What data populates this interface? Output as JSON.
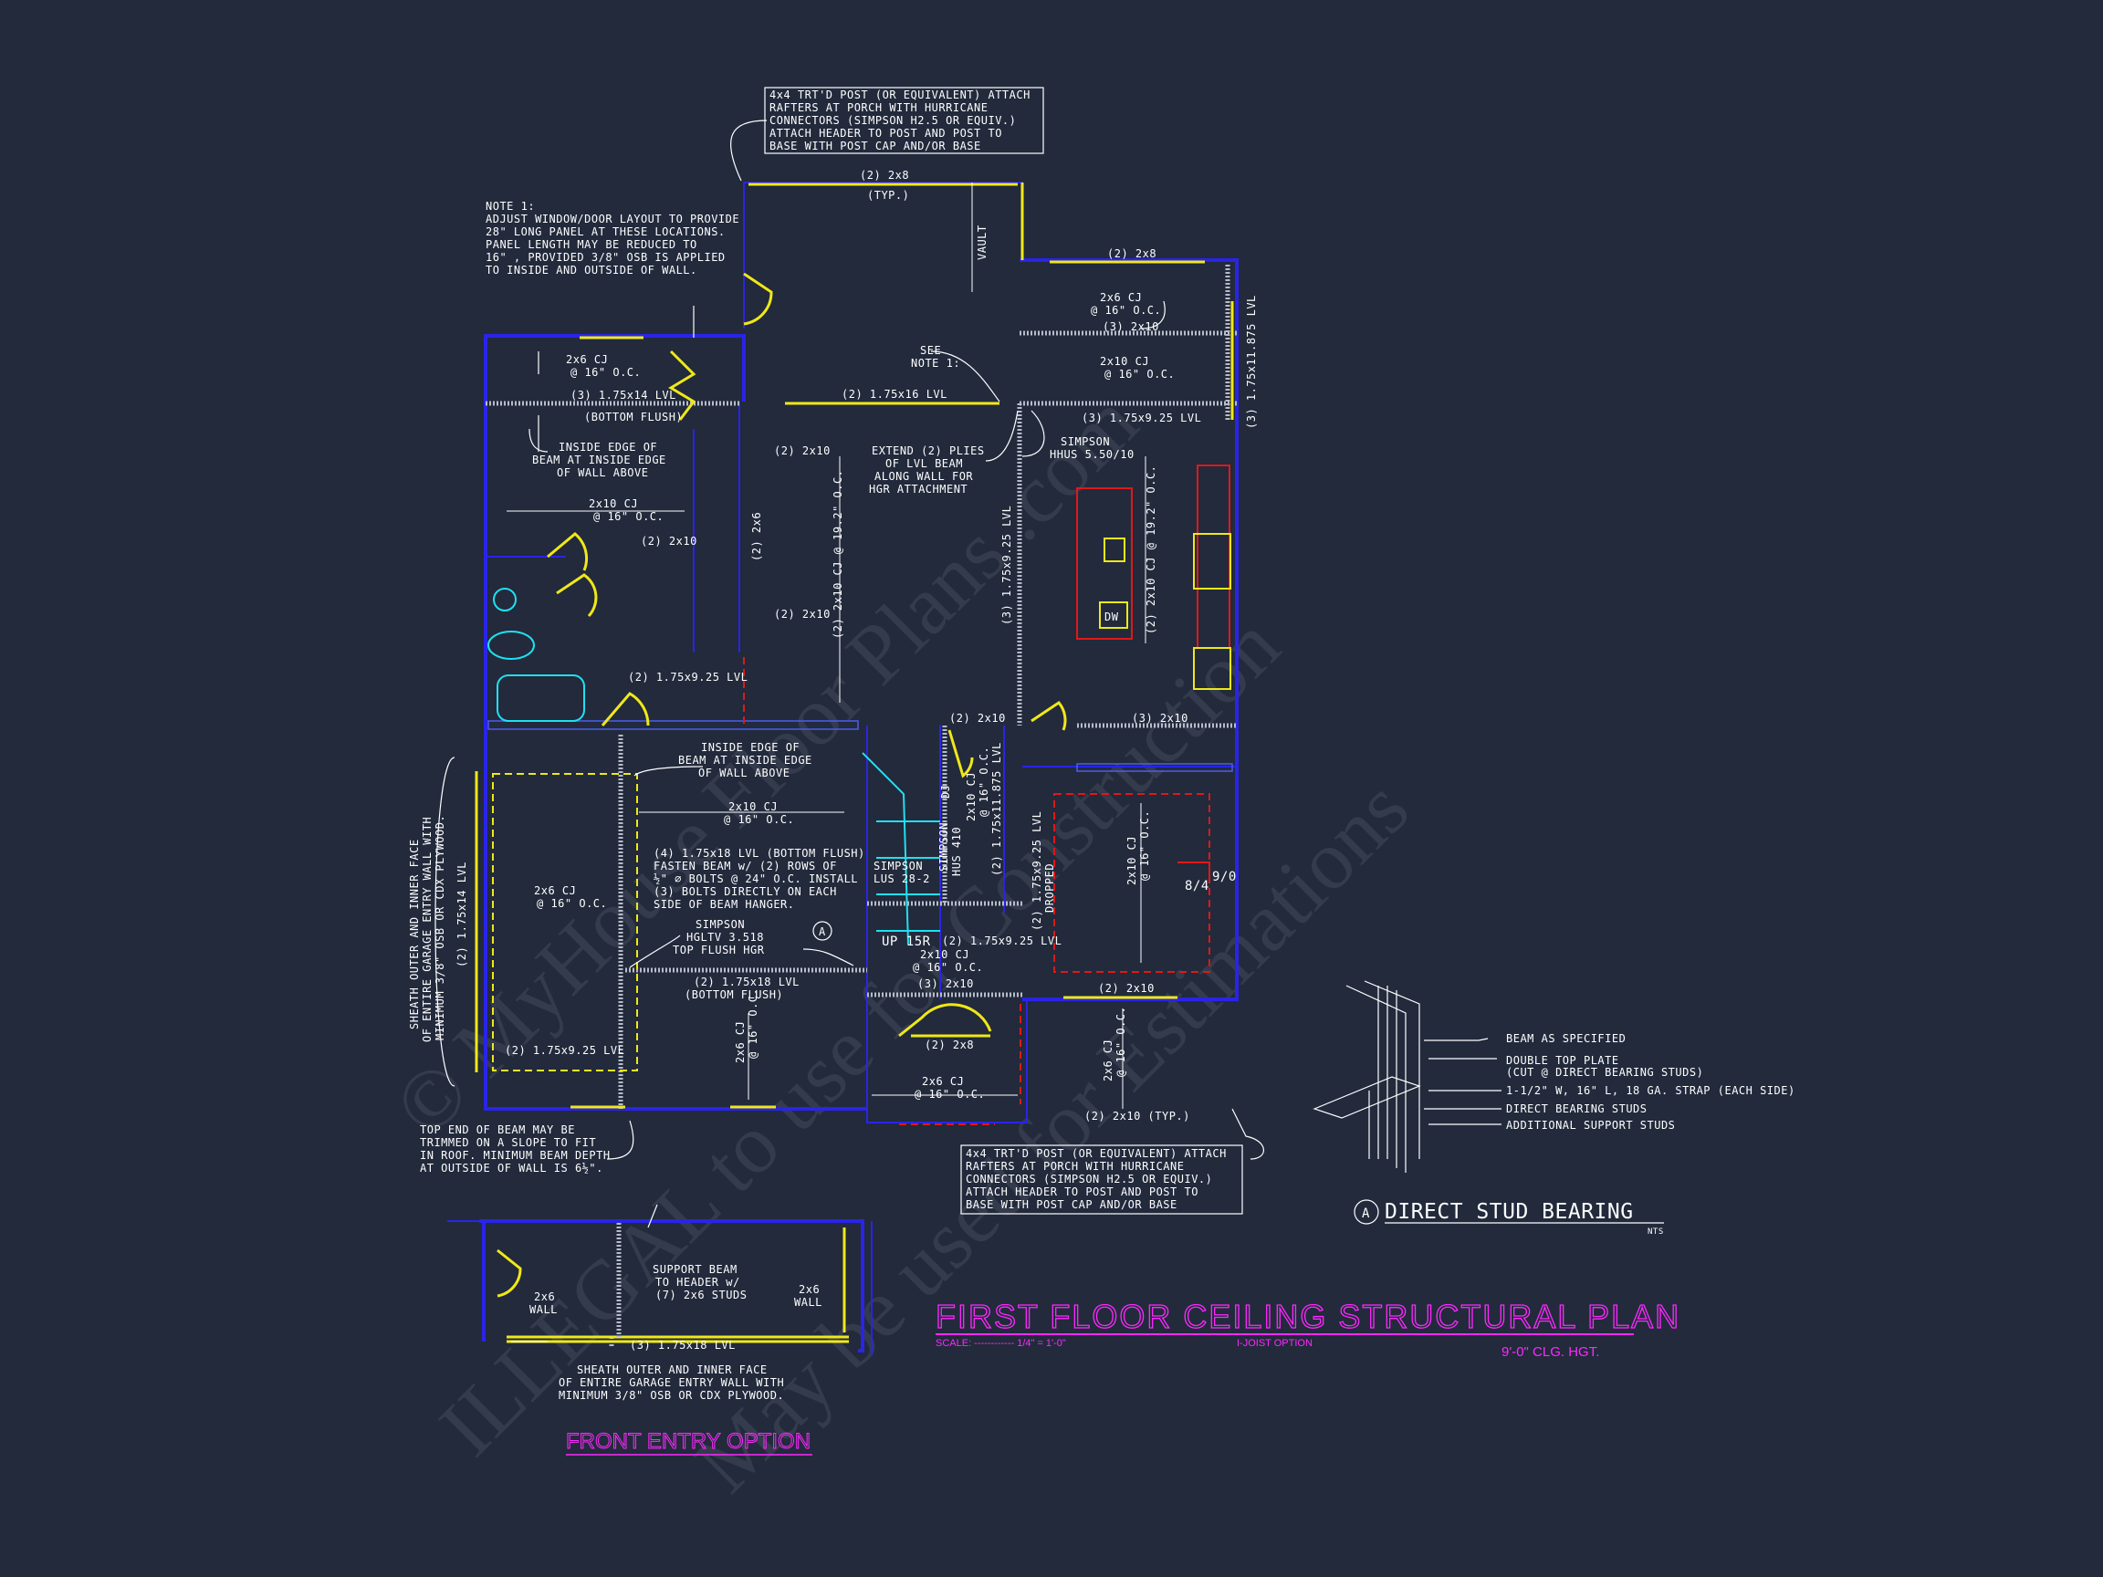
{
  "title": "FIRST FLOOR CEILING STRUCTURAL PLAN",
  "scale_label": "SCALE: ------------ 1/4\" = 1'-0\"",
  "joist_option": "I-JOIST OPTION",
  "ceiling_height": "9'-0\" CLG. HGT.",
  "front_entry_title": "FRONT ENTRY OPTION",
  "watermark": [
    "© MyHouse Floor Plans .com",
    "ILLEGAL to use for Construction",
    "May be used for Estimations"
  ],
  "notes": {
    "porch_post_top": [
      "4x4 TRT'D POST (OR EQUIVALENT) ATTACH",
      "RAFTERS AT PORCH WITH HURRICANE",
      "CONNECTORS (SIMPSON H2.5 OR EQUIV.)",
      "ATTACH HEADER TO POST AND POST TO",
      "BASE WITH POST CAP AND/OR BASE"
    ],
    "porch_post_bottom": [
      "4x4 TRT'D POST (OR EQUIVALENT) ATTACH",
      "RAFTERS AT PORCH WITH HURRICANE",
      "CONNECTORS (SIMPSON H2.5 OR EQUIV.)",
      "ATTACH HEADER TO POST AND POST TO",
      "BASE WITH POST CAP AND/OR BASE"
    ],
    "note1": [
      "NOTE 1:",
      "ADJUST WINDOW/DOOR LAYOUT TO PROVIDE",
      "28\"   LONG PANEL AT THESE LOCATIONS.",
      "PANEL LENGTH MAY BE REDUCED TO",
      "16\"   , PROVIDED 3/8\" OSB IS APPLIED",
      "TO INSIDE AND OUTSIDE OF WALL."
    ],
    "see_note": [
      "SEE",
      "NOTE 1:"
    ],
    "inside_edge_1": [
      "INSIDE EDGE OF",
      "BEAM AT INSIDE EDGE",
      "OF WALL ABOVE"
    ],
    "inside_edge_2": [
      "INSIDE EDGE OF",
      "BEAM AT INSIDE EDGE",
      "OF WALL ABOVE"
    ],
    "extend_plies": [
      "EXTEND (2) PLIES",
      "OF LVL BEAM",
      "ALONG WALL FOR",
      "HGR ATTACHMENT"
    ],
    "simpson_hhus": [
      "SIMPSON",
      "HHUS 5.50/10"
    ],
    "fasten_beam": [
      "(4) 1.75x18 LVL (BOTTOM FLUSH)",
      "FASTEN BEAM w/ (2) ROWS OF",
      "½\" ⌀ BOLTS @ 24\" O.C.  INSTALL",
      "(3) BOLTS DIRECTLY ON EACH",
      "SIDE OF BEAM HANGER."
    ],
    "simpson_hgltv": [
      "SIMPSON",
      "HGLTV 3.518",
      "TOP FLUSH HGR"
    ],
    "bottom_flush_beam": [
      "(2) 1.75x18 LVL",
      "(BOTTOM FLUSH)"
    ],
    "sheath_garage": [
      "SHEATH OUTER AND INNER FACE",
      "OF ENTIRE GARAGE ENTRY WALL WITH",
      "MINIMUM 3/8\" OSB OR CDX PLYWOOD."
    ],
    "top_end_beam": [
      "TOP END OF BEAM MAY BE",
      "TRIMMED ON A SLOPE TO FIT",
      "IN ROOF.  MINIMUM BEAM DEPTH",
      "AT OUTSIDE OF WALL IS 6½\"."
    ],
    "support_beam": [
      "SUPPORT BEAM",
      "TO HEADER w/",
      "(7) 2x6 STUDS"
    ],
    "sheath_front": [
      "SHEATH OUTER AND INNER FACE",
      "OF ENTIRE GARAGE ENTRY WALL WITH",
      "MINIMUM 3/8\" OSB OR CDX PLYWOOD."
    ]
  },
  "labels": {
    "typ_2x8_top": [
      "(2) 2x8",
      "(TYP.)"
    ],
    "vault": "VAULT",
    "right_2x8": "(2) 2x8",
    "cj_2x6_right": [
      "2x6 CJ",
      "@ 16\" O.C."
    ],
    "three_2x10_right": "(3) 2x10",
    "lvl_1175_right": "(3) 1.75x11.875 LVL",
    "cj_2x10_right": [
      "2x10 CJ",
      "@ 16\" O.C."
    ],
    "lvl_925_right": "(3) 1.75x9.25 LVL",
    "lvl_16_mid": "(2) 1.75x16 LVL",
    "lvl_14_top": [
      "(3) 1.75x14 LVL",
      "(BOTTOM FLUSH)"
    ],
    "cj_2x6_left": [
      "2x6 CJ",
      "@ 16\" O.C."
    ],
    "cj_2x10_left": [
      "2x10 CJ",
      "@ 16\" O.C."
    ],
    "two_2x10_a": "(2) 2x10",
    "two_2x10_b": "(2) 2x10",
    "two_2x10_c": "(2) 2x10",
    "two_2x6": "(2) 2x6",
    "cj_192_left": "(2) 2x10 CJ @ 19.2\" O.C.",
    "lvl_925_vert": "(3) 1.75x9.25 LVL",
    "cj_192_right": "(2) 2x10 CJ @ 19.2\" O.C.",
    "dw": "DW",
    "lvl_925_bath": "(2) 1.75x9.25 LVL",
    "two_2x10_stair": "(2) 2x10",
    "three_2x10_kit": "(3) 2x10",
    "cj_2x10_garage": [
      "2x10 CJ",
      "@ 16\" O.C."
    ],
    "cj_2x6_garage": [
      "2x6 CJ",
      "@ 16\" O.C."
    ],
    "lvl_14_vert": "(2) 1.75x14 LVL",
    "lvl_925_garage": "(2) 1.75x9.25 LVL",
    "simpson_hus": [
      "SIMPSON",
      "HUS 410"
    ],
    "simpson_lus": [
      "SIMPSON",
      "LUS 28-2"
    ],
    "dj": "DJ",
    "cj_2x10_mid_vert": [
      "2x10 CJ",
      "@ 16\" O.C."
    ],
    "lvl_1175_mid": "(2) 1.75x11.875 LVL",
    "lvl_dropped": [
      "(2) 1.75x9.25 LVL",
      "DROPPED"
    ],
    "cj_2x10_dining": [
      "2x10 CJ",
      "@ 16\" O.C."
    ],
    "ratio_a": "8/4",
    "ratio_b": "9/0",
    "up_15r": "UP 15R",
    "lvl_925_stair": "(2) 1.75x9.25 LVL",
    "cj_2x10_stair": [
      "2x10 CJ",
      "@ 16\" O.C."
    ],
    "three_2x10_stair": "(3) 2x10",
    "two_2x10_dining": "(2) 2x10",
    "two_2x8_porch": "(2) 2x8",
    "cj_2x6_porch": [
      "2x6 CJ",
      "@ 16\" O.C."
    ],
    "cj_2x6_vert": [
      "2x6 CJ",
      "@ 16\" O.C."
    ],
    "cj_2x6_vert_b": [
      "2x6 CJ",
      "@ 16\" O.C."
    ],
    "typ_2x10_porch": "(2) 2x10 (TYP.)",
    "callout_a": "A",
    "wall_2x6_a": [
      "2x6",
      "WALL"
    ],
    "wall_2x6_b": [
      "2x6",
      "WALL"
    ],
    "lvl_18_front": "(3) 1.75x18 LVL"
  },
  "detail": {
    "title": "DIRECT STUD BEARING",
    "marker": "A",
    "nts": "NTS",
    "items": [
      "BEAM AS SPECIFIED",
      "DOUBLE TOP PLATE",
      "(CUT @ DIRECT BEARING STUDS)",
      "1-1/2\" W, 16\" L, 18 GA. STRAP (EACH SIDE)",
      "DIRECT BEARING STUDS",
      "ADDITIONAL SUPPORT STUDS"
    ]
  },
  "colors": {
    "background": "#222a3c",
    "walls": "#2a24e8",
    "framing": "#f0e818",
    "title_magenta": "#ff28ff",
    "fixtures_cyan": "#20e0f0",
    "kitchen_red": "#e01818"
  }
}
